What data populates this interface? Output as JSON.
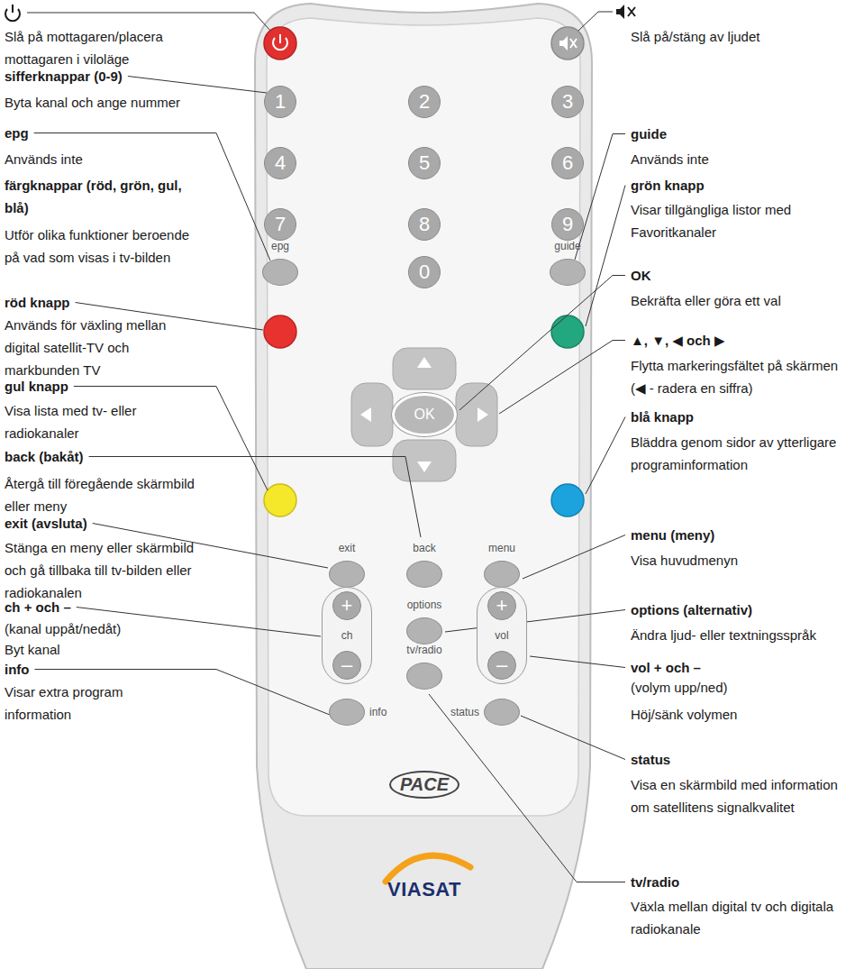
{
  "diagram": {
    "nodes": [
      {
        "text": [
          "PACE",
          "VIASAT"
        ]
      },
      {
        "text": [
          "1"
        ],
        "in": 0
      },
      {
        "text": [
          "2"
        ],
        "in": 0
      },
      {
        "text": [
          "3"
        ],
        "in": 0
      },
      {
        "text": [
          "4"
        ],
        "in": 0
      },
      {
        "text": [
          "5"
        ],
        "in": 0
      },
      {
        "text": [
          "6"
        ],
        "in": 0
      },
      {
        "text": [
          "7"
        ],
        "in": 0
      },
      {
        "text": [
          "8"
        ],
        "in": 0
      },
      {
        "text": [
          "9"
        ],
        "in": 0
      },
      {
        "text": [
          "epg"
        ],
        "in": 0
      },
      {
        "text": [
          "0"
        ],
        "in": 0
      },
      {
        "text": [
          "guide"
        ],
        "in": 0
      },
      {
        "text": [
          "OK"
        ],
        "in": 0
      },
      {
        "text": [
          "exit"
        ],
        "in": 0
      },
      {
        "text": [
          "back"
        ],
        "in": 0
      },
      {
        "text": [
          "menu"
        ],
        "in": 0
      },
      {
        "text": [
          "+",
          "ch",
          "–"
        ],
        "in": 0
      },
      {
        "text": [
          "options"
        ],
        "in": 0
      },
      {
        "text": [
          "+",
          "vol",
          "–"
        ],
        "in": 0
      },
      {
        "text": [
          "tv/radio"
        ],
        "in": 0
      },
      {
        "text": [
          "info"
        ],
        "in": 0
      },
      {
        "text": [
          "status"
        ],
        "in": 0
      }
    ],
    "labels": [
      "Slå på mottagaren/placera mottagaren i viloläge",
      "sifferknappar (0-9)",
      "Byta kanal och ange nummer",
      "epg",
      "Används inte",
      "färgknappar (röd, grön, gul, blå)",
      "Utför olika funktioner beroende på vad som visas i tv-bilden",
      "röd knapp",
      "Används för växling mellan digital satellit-TV och markbunden TV",
      "gul knapp",
      "Visa lista med tv- eller radiokanaler",
      "back (bakåt)",
      "Återgå till föregående skärmbild eller meny",
      "exit (avsluta)",
      "Stänga en meny eller skärmbild och gå tillbaka till tv-bilden eller radiokanalen",
      "ch + och –",
      "(kanal uppåt/nedåt)",
      "Byt kanal",
      "info",
      "Visar extra program information",
      "Slå på/stäng av ljudet",
      "guide",
      "Används inte",
      "grön knapp",
      "Visar tillgängliga listor med Favoritkanaler",
      "OK",
      "Bekräfta eller göra ett val",
      "▲, ▼, ◀ och ▶",
      "Flytta markeringsfältet på skärmen (◀ - radera en siffra)",
      "blå knapp",
      "Bläddra genom sidor av ytterligare programinformation",
      "menu (meny)",
      "Visa huvudmenyn",
      "options (alternativ)",
      "Ändra ljud- eller textningsspråk",
      "vol + och –",
      "(volym upp/ned)",
      "Höj/sänk volymen",
      "status",
      "Visa en skärmbild med information om satellitens signalkvalitet",
      "tv/radio",
      "Växla mellan digital tv och digitala radiokanale"
    ]
  }
}
